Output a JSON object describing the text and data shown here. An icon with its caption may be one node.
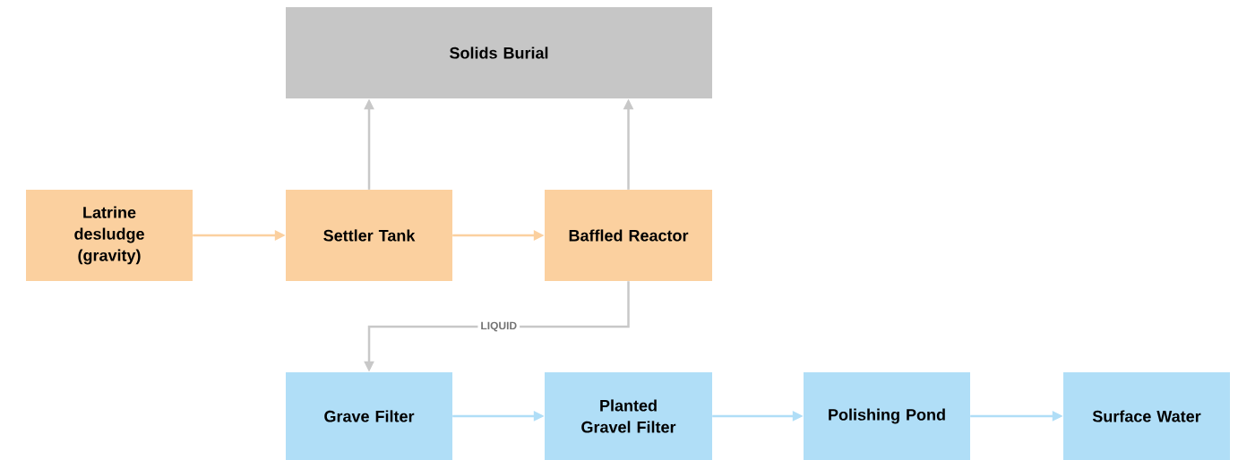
{
  "diagram": {
    "nodes": [
      {
        "text": [
          "Solids Burial"
        ]
      },
      {
        "text": [
          "Latrine desludge (gravity)"
        ]
      },
      {
        "text": [
          "Settler Tank"
        ]
      },
      {
        "text": [
          "Baffled Reactor"
        ]
      },
      {
        "text": [
          "Grave Filter"
        ]
      },
      {
        "text": [
          "Planted Gravel Filter"
        ]
      },
      {
        "text": [
          "Polishing Pond"
        ]
      },
      {
        "text": [
          "Surface Water"
        ]
      }
    ],
    "edges": [
      {
        "from": 1,
        "to": 2,
        "arrow": "to",
        "color": "#fbd09f"
      },
      {
        "from": 2,
        "to": 3,
        "arrow": "to",
        "color": "#fbd09f"
      },
      {
        "from": 2,
        "to": 0,
        "arrow": "to",
        "color": "#c8c8c8"
      },
      {
        "from": 3,
        "to": 0,
        "arrow": "to",
        "color": "#c8c8c8"
      },
      {
        "from": 3,
        "to": 4,
        "arrow": "to",
        "label": "LIQUID",
        "color": "#c8c8c8"
      },
      {
        "from": 4,
        "to": 5,
        "arrow": "to",
        "color": "#b0def7"
      },
      {
        "from": 5,
        "to": 6,
        "arrow": "to",
        "color": "#b0def7"
      },
      {
        "from": 6,
        "to": 7,
        "arrow": "to",
        "color": "#b0def7"
      }
    ]
  }
}
